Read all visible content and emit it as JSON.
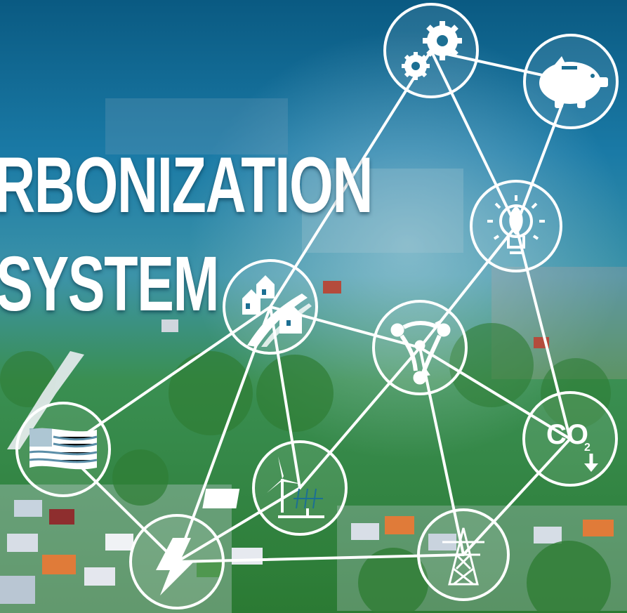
{
  "headline": {
    "line1": "RBONIZATION",
    "line2": "SYSTEM"
  },
  "colors": {
    "forest_top": "#0b5f86",
    "forest_mid": "#1f7fa8",
    "canopy": "#2f8a3a",
    "network_line": "#ffffff",
    "node_fill": "rgba(255,255,255,0.10)"
  },
  "nodes": [
    {
      "id": "gears",
      "icon": "gears-icon"
    },
    {
      "id": "savings",
      "icon": "piggy-bank-icon"
    },
    {
      "id": "innovation",
      "icon": "lightbulb-leaf-icon"
    },
    {
      "id": "community",
      "icon": "houses-road-icon"
    },
    {
      "id": "recycling",
      "icon": "recycle-network-icon"
    },
    {
      "id": "emissions",
      "icon": "co2-reduction-icon"
    },
    {
      "id": "nation",
      "icon": "us-flag-icon"
    },
    {
      "id": "renewables",
      "icon": "wind-solar-icon"
    },
    {
      "id": "electricity",
      "icon": "lightning-icon"
    },
    {
      "id": "grid",
      "icon": "transmission-tower-icon"
    }
  ]
}
